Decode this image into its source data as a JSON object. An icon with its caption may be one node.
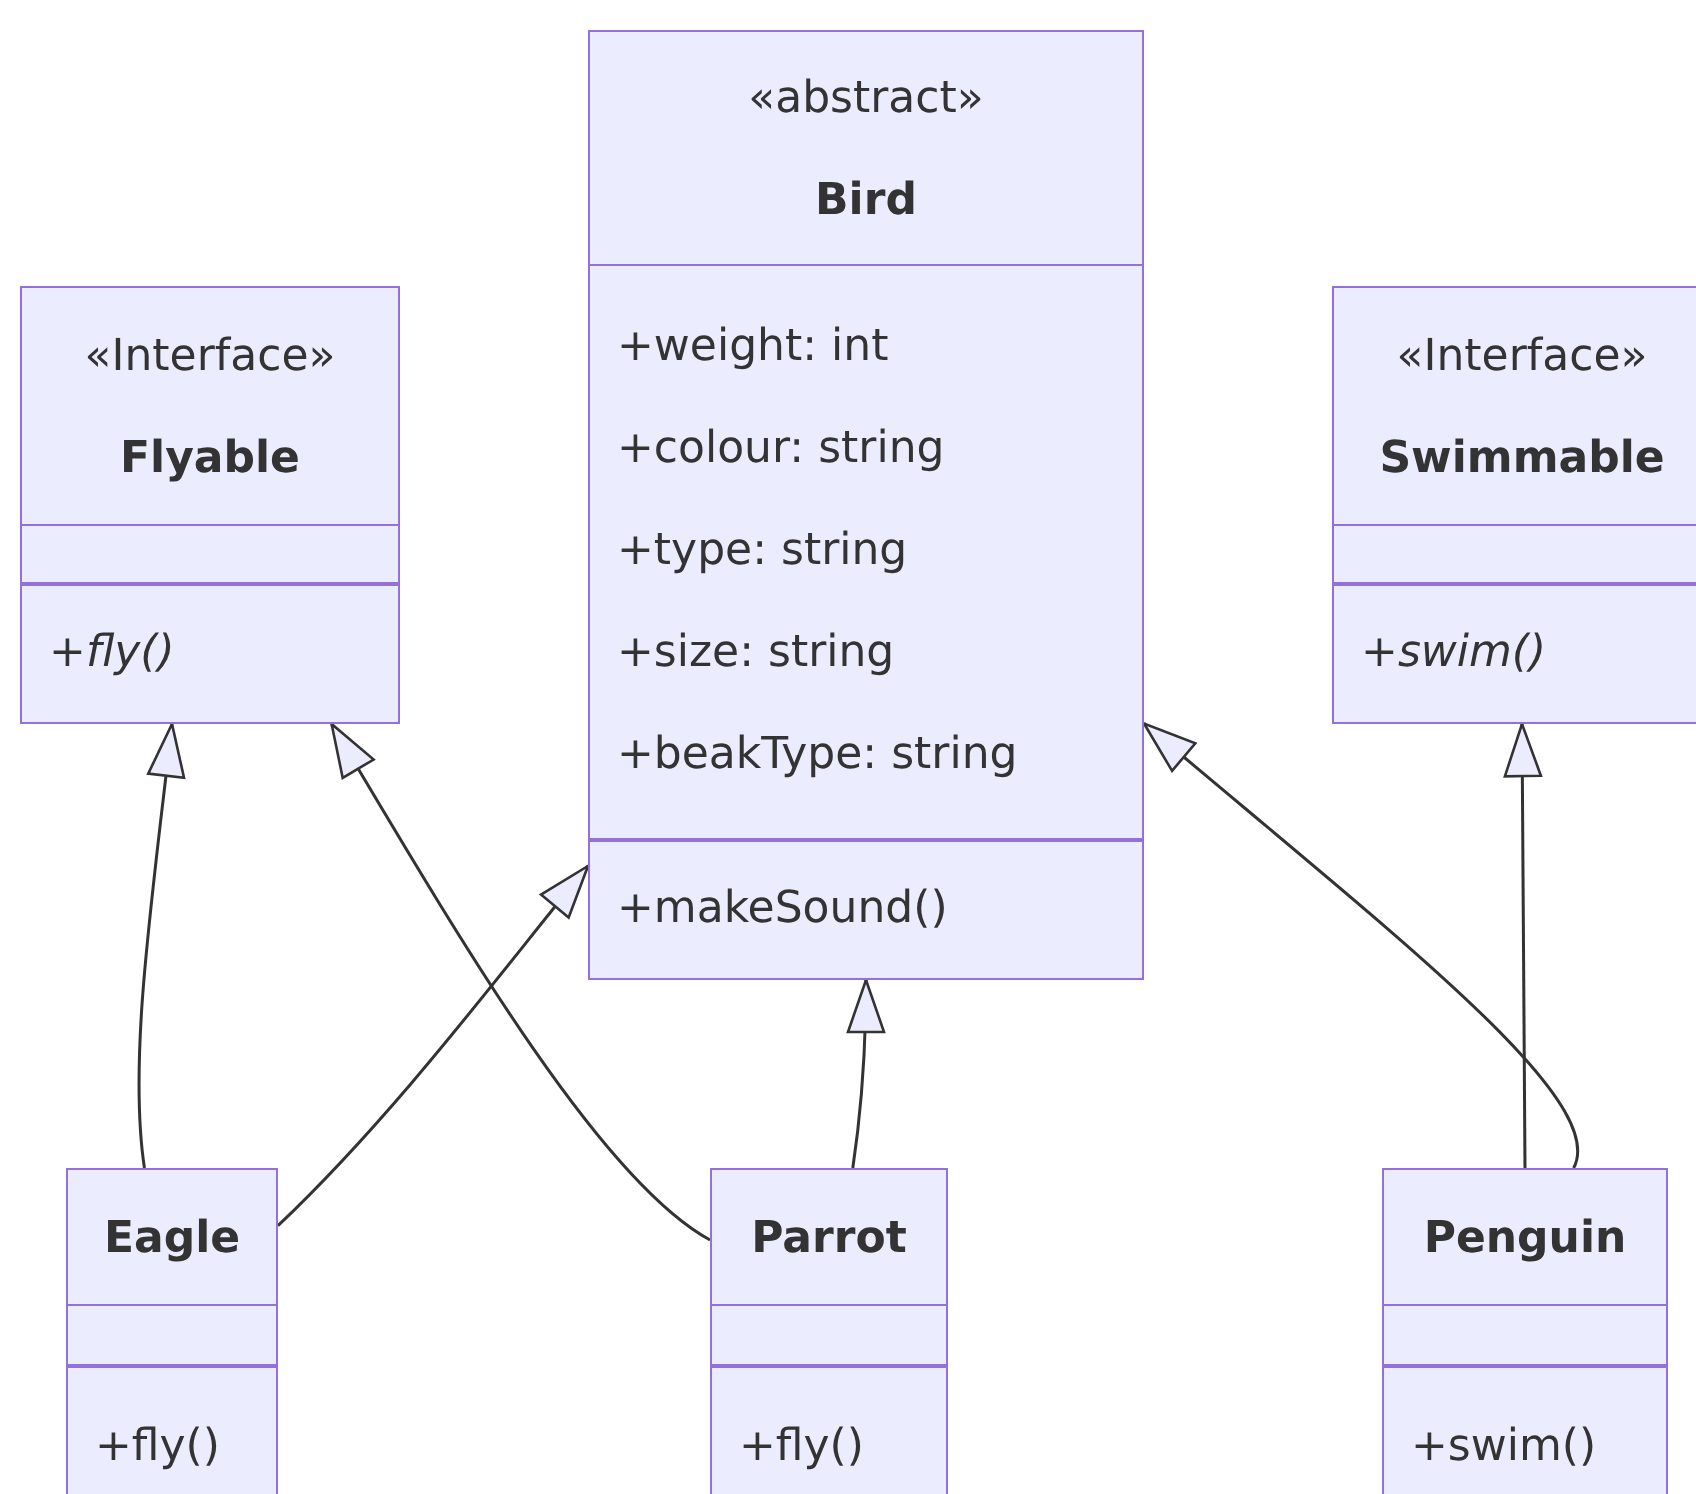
{
  "diagram": {
    "nodes": [
      {
        "text": [
          "«abstract»",
          "Bird"
        ]
      },
      {
        "text": [
          "+weight: int",
          "+colour: string",
          "+type: string",
          "+size: string",
          "+beakType: string"
        ],
        "in": 0
      },
      {
        "text": [
          "+makeSound()"
        ],
        "in": 0
      },
      {
        "text": [
          "«Interface»",
          "Flyable"
        ]
      },
      {
        "text": [],
        "shape": "box",
        "in": 3
      },
      {
        "text": [
          "+*fly()*"
        ],
        "in": 3
      },
      {
        "text": [
          "«Interface»",
          "Swimmable"
        ]
      },
      {
        "text": [],
        "shape": "box",
        "in": 6
      },
      {
        "text": [
          "+*swim()*"
        ],
        "in": 6
      },
      {
        "text": [
          "Eagle"
        ]
      },
      {
        "text": [],
        "shape": "box",
        "in": 9
      },
      {
        "text": [
          "+fly()"
        ],
        "in": 9
      },
      {
        "text": [
          "Parrot"
        ]
      },
      {
        "text": [],
        "shape": "box",
        "in": 12
      },
      {
        "text": [
          "+fly()"
        ],
        "in": 12
      },
      {
        "text": [
          "Penguin"
        ]
      },
      {
        "text": [],
        "shape": "box",
        "in": 15
      },
      {
        "text": [
          "+swim()"
        ],
        "in": 15
      }
    ],
    "edges": [
      {
        "from": 9,
        "to": 3,
        "arrow": "to"
      },
      {
        "from": 9,
        "to": 0,
        "arrow": "to"
      },
      {
        "from": 12,
        "to": 3,
        "arrow": "to"
      },
      {
        "from": 12,
        "to": 0,
        "arrow": "to"
      },
      {
        "from": 15,
        "to": 6,
        "arrow": "to"
      },
      {
        "from": 15,
        "to": 0,
        "arrow": "to"
      }
    ]
  }
}
